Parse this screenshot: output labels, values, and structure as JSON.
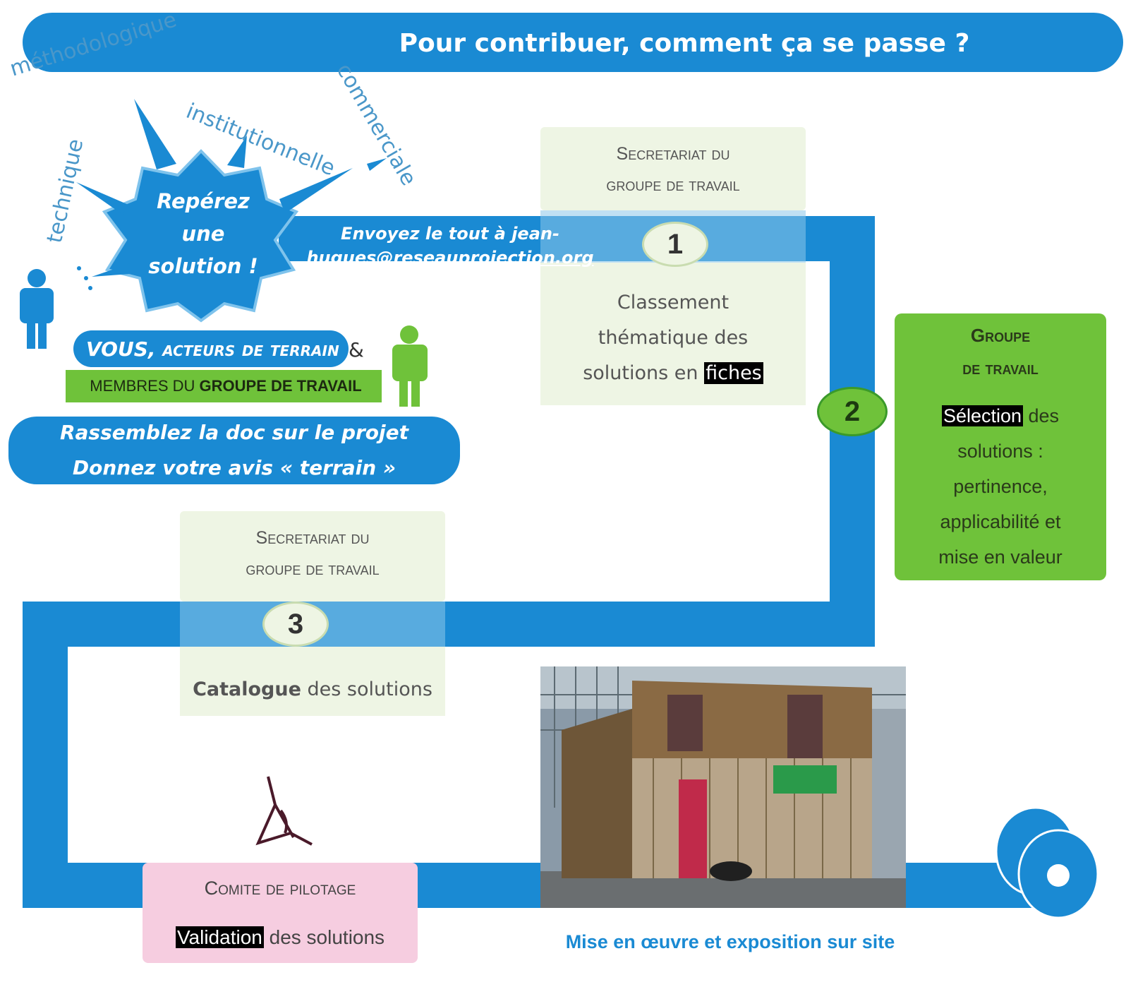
{
  "colors": {
    "blue": "#1a8ad3",
    "green": "#6fc23a",
    "pale_green": "#eef5e4",
    "pink": "#f6cde0",
    "keyword_blue": "#4a97c9"
  },
  "header": {
    "title": "Pour contribuer, comment ça se passe ?"
  },
  "keywords": [
    "méthodologique",
    "technique",
    "institutionnelle",
    "commerciale"
  ],
  "burst": {
    "lines": [
      "Repérez",
      "une",
      "solution !"
    ]
  },
  "send": {
    "lines": [
      "Envoyez le tout à jean-",
      "hugues@reseauprojection.org"
    ]
  },
  "actors": {
    "vous": "VOUS, acteurs de terrain",
    "ampersand": "&",
    "membres_prefix": "MEMBRES DU",
    "membres_bold": "GROUPE DE TRAVAIL",
    "rassemblez": "Rassemblez la doc sur le projet",
    "donnez": "Donnez votre avis « terrain »"
  },
  "step1": {
    "number": "1",
    "title_lines": [
      "Secretariat du",
      "groupe de travail"
    ],
    "text_lines": [
      "Classement",
      "thématique des"
    ],
    "text_last_prefix": "solutions en",
    "text_last_highlight": "fiches"
  },
  "step2": {
    "number": "2",
    "title_lines": [
      "Groupe",
      "de travail"
    ],
    "highlight": "Sélection",
    "after_highlight": " des",
    "text_lines": [
      "solutions :",
      "pertinence,",
      "applicabilité et",
      "mise en valeur"
    ]
  },
  "step3": {
    "number": "3",
    "title_lines": [
      "Secretariat du",
      "groupe de travail"
    ],
    "bold": "Catalogue",
    "rest": " des solutions"
  },
  "comite": {
    "title": "Comite de pilotage",
    "highlight": "Validation",
    "rest": " des solutions"
  },
  "photo_caption": "Mise en œuvre et exposition sur site"
}
